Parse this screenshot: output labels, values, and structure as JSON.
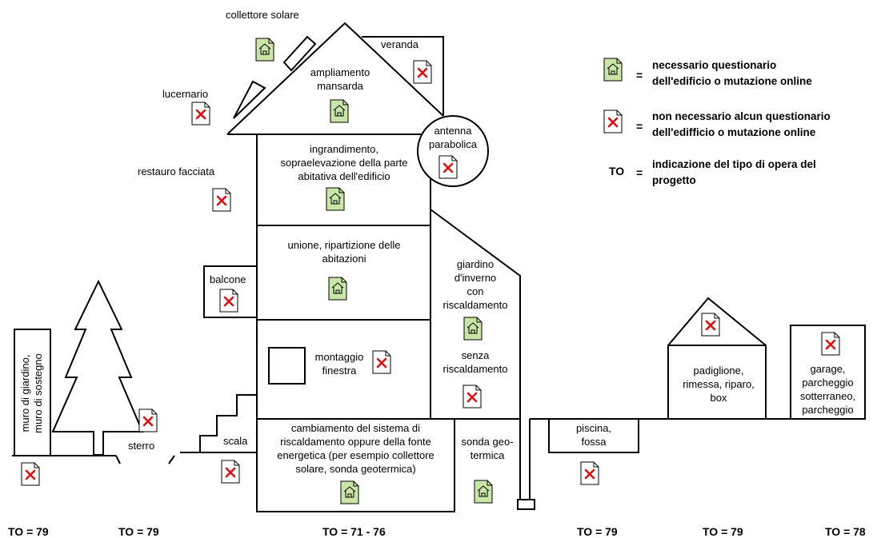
{
  "labels": {
    "collettore_solare": "collettore solare",
    "veranda": "veranda",
    "ampliamento": [
      "ampliamento",
      "mansarda"
    ],
    "lucernario": "lucernario",
    "antenna": [
      "antenna",
      "parabolica"
    ],
    "ingrandimento": [
      "ingrandimento,",
      "sopraelevazione della parte",
      "abitativa dell'edificio"
    ],
    "restauro": "restauro facciata",
    "unione": [
      "unione, ripartizione delle",
      "abitazioni"
    ],
    "giardino": [
      "giardino",
      "d'inverno",
      "con",
      "riscaldamento"
    ],
    "balcone": "balcone",
    "senza": [
      "senza",
      "riscaldamento"
    ],
    "montaggio": [
      "montaggio",
      "finestra"
    ],
    "muro": [
      "muro di giardino,",
      "muro di sostegno"
    ],
    "padiglione": [
      "padiglione,",
      "rimessa, riparo,",
      "box"
    ],
    "garage": [
      "garage,",
      "parcheggio",
      "sotterraneo,",
      "parcheggio"
    ],
    "cambiamento": [
      "cambiamento del sistema di",
      "riscaldamento oppure della fonte",
      "energetica (per esempio collettore",
      "solare, sonda geotermica)"
    ],
    "scala": "scala",
    "sterro": "sterro",
    "sonda": [
      "sonda geo-",
      "termica"
    ],
    "piscina": [
      "piscina,",
      "fossa"
    ]
  },
  "legend": {
    "required": [
      "necessario questionario",
      "dell'edificio o mutazione online"
    ],
    "not_required": [
      "non necessario alcun questionario",
      "dell'edifficio o mutazione online"
    ],
    "to_key": "TO",
    "to_desc": [
      "indicazione del tipo di opera del",
      "progetto"
    ],
    "equals": "="
  },
  "to_values": [
    "TO = 79",
    "TO = 79",
    "TO = 71 - 76",
    "TO = 79",
    "TO = 79",
    "TO = 78"
  ],
  "icon_types": {
    "required": "green-house-document-icon",
    "not_required": "red-cross-document-icon"
  },
  "colors": {
    "required_fill": "#c9e6a8",
    "cross": "#e01010",
    "line": "#000000"
  }
}
